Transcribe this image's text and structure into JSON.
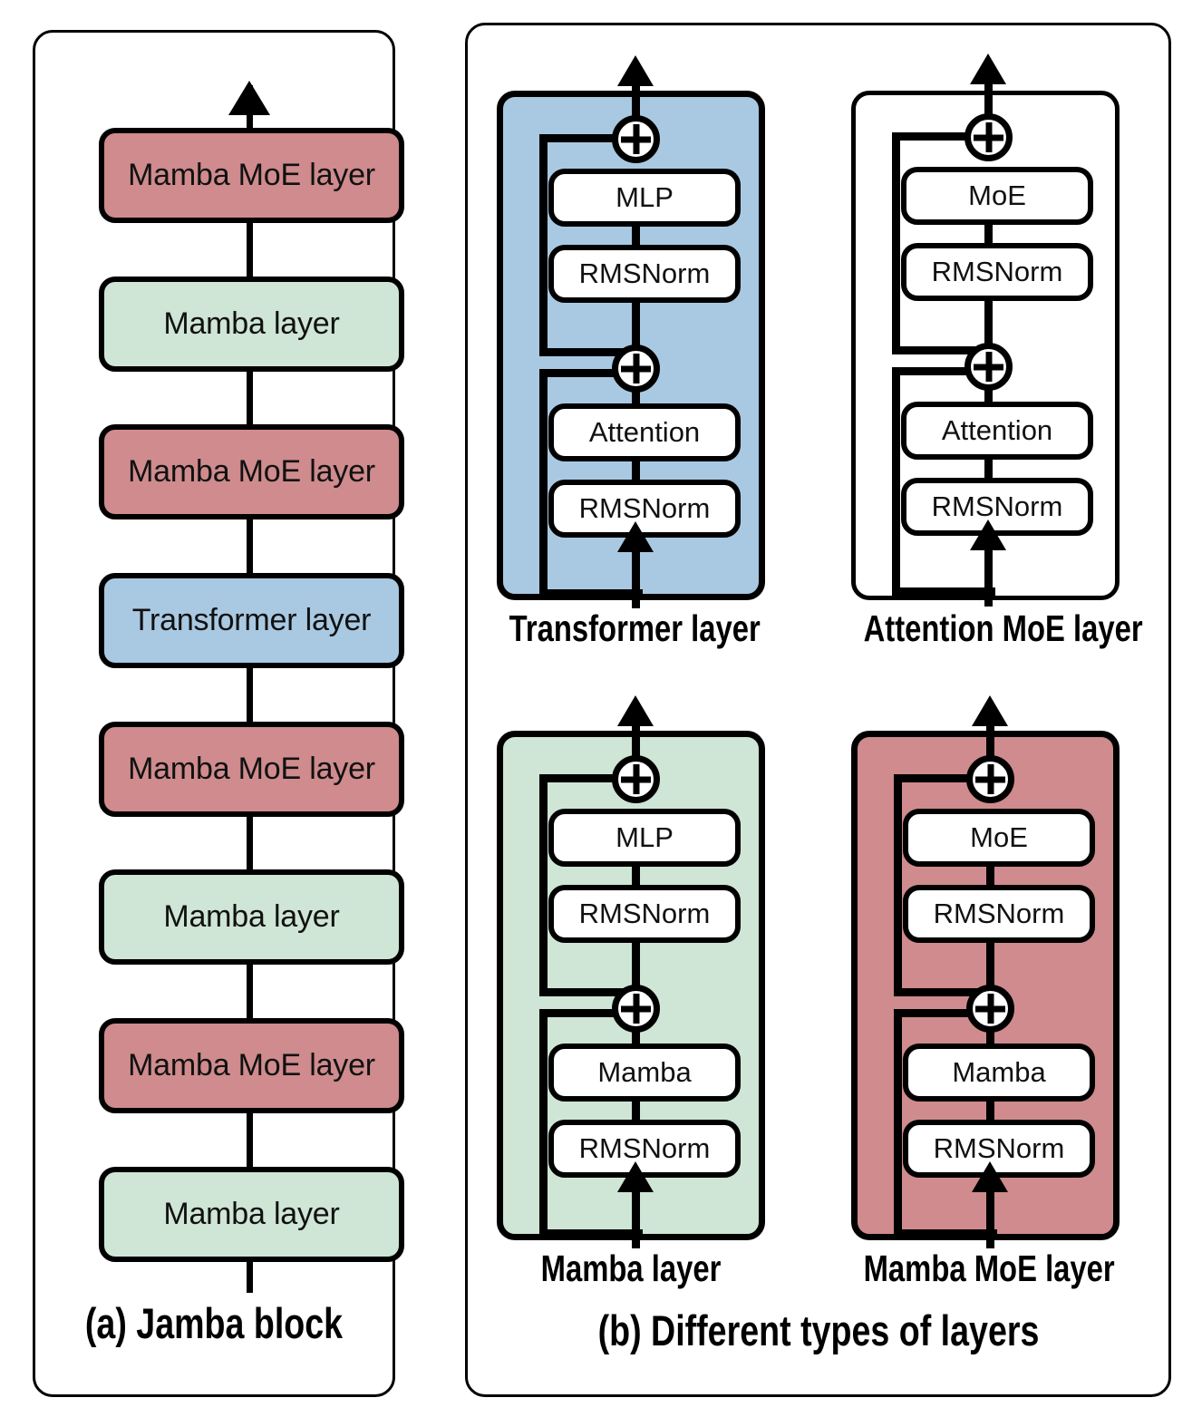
{
  "figure": {
    "panel_a": {
      "caption": "(a) Jamba block",
      "layers": [
        {
          "label": "Mamba MoE layer",
          "color": "#cf8b8d",
          "kind": "mamba-moe"
        },
        {
          "label": "Mamba layer",
          "color": "#cfe5d5",
          "kind": "mamba"
        },
        {
          "label": "Mamba MoE layer",
          "color": "#cf8b8d",
          "kind": "mamba-moe"
        },
        {
          "label": "Transformer layer",
          "color": "#a9c9e2",
          "kind": "transformer"
        },
        {
          "label": "Mamba MoE layer",
          "color": "#cf8b8d",
          "kind": "mamba-moe"
        },
        {
          "label": "Mamba layer",
          "color": "#cfe5d5",
          "kind": "mamba"
        },
        {
          "label": "Mamba MoE layer",
          "color": "#cf8b8d",
          "kind": "mamba-moe"
        },
        {
          "label": "Mamba layer",
          "color": "#cfe5d5",
          "kind": "mamba"
        }
      ]
    },
    "panel_b": {
      "caption": "(b) Different types of layers",
      "diagrams": [
        {
          "label": "Transformer layer",
          "color": "#a9c9e2",
          "sublocks": {
            "top_op": "MLP",
            "top_norm": "RMSNorm",
            "bottom_op": "Attention",
            "bottom_norm": "RMSNorm"
          },
          "operators": [
            "⊕",
            "⊕"
          ]
        },
        {
          "label": "Attention MoE layer",
          "color": "#ffffff",
          "sublocks": {
            "top_op": "MoE",
            "top_norm": "RMSNorm",
            "bottom_op": "Attention",
            "bottom_norm": "RMSNorm"
          },
          "operators": [
            "⊕",
            "⊕"
          ]
        },
        {
          "label": "Mamba layer",
          "color": "#cfe5d5",
          "sublocks": {
            "top_op": "MLP",
            "top_norm": "RMSNorm",
            "bottom_op": "Mamba",
            "bottom_norm": "RMSNorm"
          },
          "operators": [
            "⊕",
            "⊕"
          ]
        },
        {
          "label": "Mamba MoE layer",
          "color": "#cf8b8d",
          "sublocks": {
            "top_op": "MoE",
            "top_norm": "RMSNorm",
            "bottom_op": "Mamba",
            "bottom_norm": "RMSNorm"
          },
          "operators": [
            "⊕",
            "⊕"
          ]
        }
      ]
    },
    "palette": {
      "mamba_moe": "#cf8b8d",
      "mamba": "#cfe5d5",
      "transformer": "#a9c9e2",
      "white": "#ffffff",
      "stroke": "#000000"
    }
  }
}
